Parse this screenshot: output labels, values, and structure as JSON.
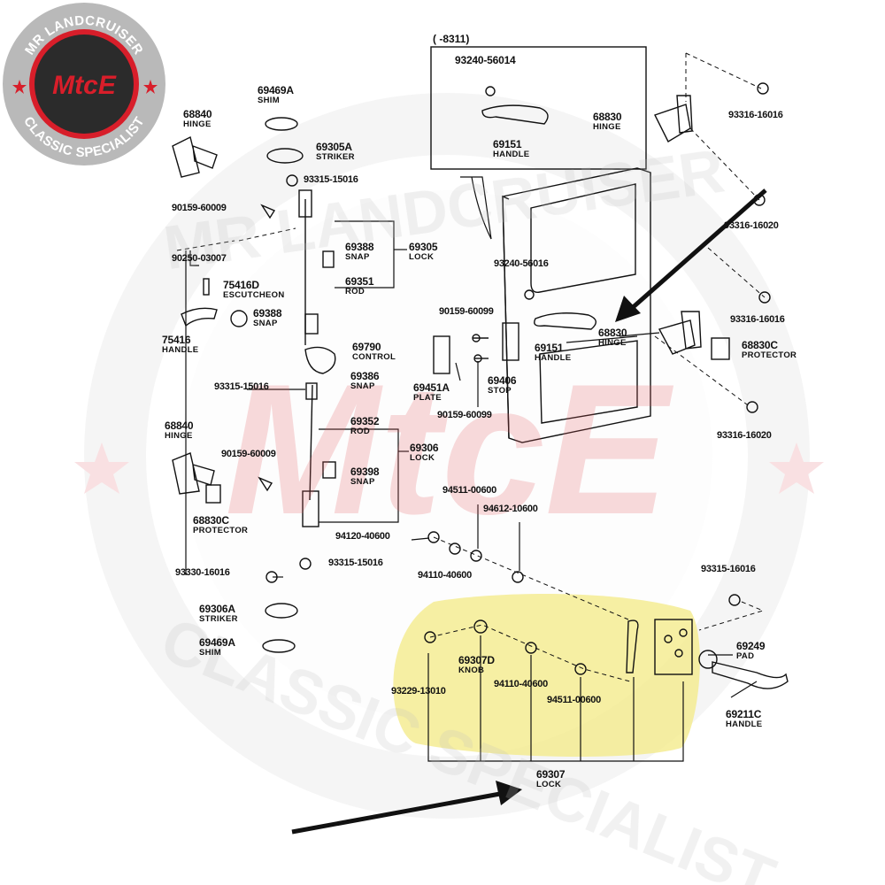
{
  "logo": {
    "top_text": "MR LANDCRUISER",
    "center_text": "MtcE",
    "bottom_text": "CLASSIC SPECIALIST",
    "colors": {
      "ring": "#b9b9b9",
      "disc": "#2b2b2b",
      "accent": "#d81e2a"
    }
  },
  "watermark": {
    "top_text": "MR LANDCRUISER",
    "center_text": "MtcE",
    "bottom_text": "CLASSIC SPECIALIST"
  },
  "inset_header": "(      -8311)",
  "parts": {
    "p93240_56014": {
      "number": "93240-56014"
    },
    "p69151_top": {
      "number": "69151",
      "name": "HANDLE"
    },
    "p69469A_top": {
      "number": "69469A",
      "name": "SHIM"
    },
    "p68840_top": {
      "number": "68840",
      "name": "HINGE"
    },
    "p69305A_top": {
      "number": "69305A",
      "name": "STRIKER"
    },
    "p93315_top": {
      "number": "93315-15016"
    },
    "p90159_60009_a": {
      "number": "90159-60009"
    },
    "p69388_a": {
      "number": "69388",
      "name": "SNAP"
    },
    "p69305": {
      "number": "69305",
      "name": "LOCK"
    },
    "p90250": {
      "number": "90250-03007"
    },
    "p69351": {
      "number": "69351",
      "name": "ROD"
    },
    "p75416D": {
      "number": "75416D",
      "name": "ESCUTCHEON"
    },
    "p69388_b": {
      "number": "69388",
      "name": "SNAP"
    },
    "p75416": {
      "number": "75416",
      "name": "HANDLE"
    },
    "p69790": {
      "number": "69790",
      "name": "CONTROL"
    },
    "p93315_left": {
      "number": "93315-15016"
    },
    "p69386": {
      "number": "69386",
      "name": "SNAP"
    },
    "p68840_mid": {
      "number": "68840",
      "name": "HINGE"
    },
    "p69352": {
      "number": "69352",
      "name": "ROD"
    },
    "p69306": {
      "number": "69306",
      "name": "LOCK"
    },
    "p90159_60009_b": {
      "number": "90159-60009"
    },
    "p69398": {
      "number": "69398",
      "name": "SNAP"
    },
    "p68830C_left": {
      "number": "68830C",
      "name": "PROTECTOR"
    },
    "p94120": {
      "number": "94120-40600"
    },
    "p93315_bottom": {
      "number": "93315-15016"
    },
    "p94110_left": {
      "number": "94110-40600"
    },
    "p94511_top": {
      "number": "94511-00600"
    },
    "p94612": {
      "number": "94612-10600"
    },
    "p93330": {
      "number": "93330-16016"
    },
    "p69306A": {
      "number": "69306A",
      "name": "STRIKER"
    },
    "p69469A_bottom": {
      "number": "69469A",
      "name": "SHIM"
    },
    "p68830_top": {
      "number": "68830",
      "name": "HINGE"
    },
    "p93316_a": {
      "number": "93316-16016"
    },
    "p93316_b": {
      "number": "93316-16020"
    },
    "p93240_56016": {
      "number": "93240-56016"
    },
    "p90159_60099_a": {
      "number": "90159-60099"
    },
    "p69151_door": {
      "number": "69151",
      "name": "HANDLE"
    },
    "p68830_mid": {
      "number": "68830",
      "name": "HINGE"
    },
    "p93316_c": {
      "number": "93316-16016"
    },
    "p68830C_right": {
      "number": "68830C",
      "name": "PROTECTOR"
    },
    "p69451A": {
      "number": "69451A",
      "name": "PLATE"
    },
    "p69406": {
      "number": "69406",
      "name": "STOP"
    },
    "p90159_60099_b": {
      "number": "90159-60099"
    },
    "p93316_d": {
      "number": "93316-16020"
    },
    "p93315_right": {
      "number": "93315-16016"
    },
    "p69249": {
      "number": "69249",
      "name": "PAD"
    },
    "p69211C": {
      "number": "69211C",
      "name": "HANDLE"
    },
    "p69307D": {
      "number": "69307D",
      "name": "KNOB"
    },
    "p93229": {
      "number": "93229-13010"
    },
    "p94110_right": {
      "number": "94110-40600"
    },
    "p94511_bottom": {
      "number": "94511-00600"
    },
    "p69307": {
      "number": "69307",
      "name": "LOCK"
    }
  },
  "colors": {
    "highlight": "#f3ea84",
    "line": "#111111",
    "arrow": "#111111"
  }
}
